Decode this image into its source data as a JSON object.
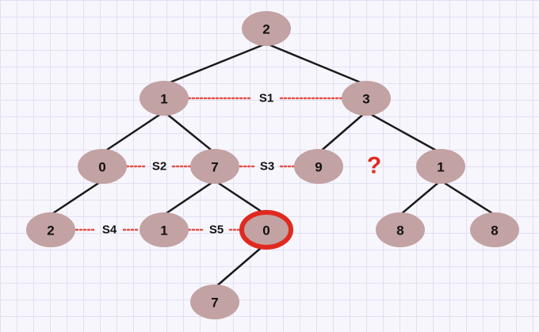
{
  "colors": {
    "background": "#f7f6fd",
    "grid": "#e2e0f2",
    "node_fill": "#c3a2a3",
    "edge": "#1a1a1a",
    "link": "#e2524a",
    "highlight": "#e12a1f"
  },
  "nodes": {
    "n_root": "2",
    "n_l1_left": "1",
    "n_l1_right": "3",
    "n_l2_a": "0",
    "n_l2_b": "7",
    "n_l2_c": "9",
    "n_l2_d": "1",
    "n_l3_a": "2",
    "n_l3_b": "1",
    "n_l3_c": "0",
    "n_l3_d": "8",
    "n_l3_e": "8",
    "n_l4_a": "7"
  },
  "links": {
    "s1": "S1",
    "s2": "S2",
    "s3": "S3",
    "s4": "S4",
    "s5": "S5"
  },
  "question_mark": "?"
}
